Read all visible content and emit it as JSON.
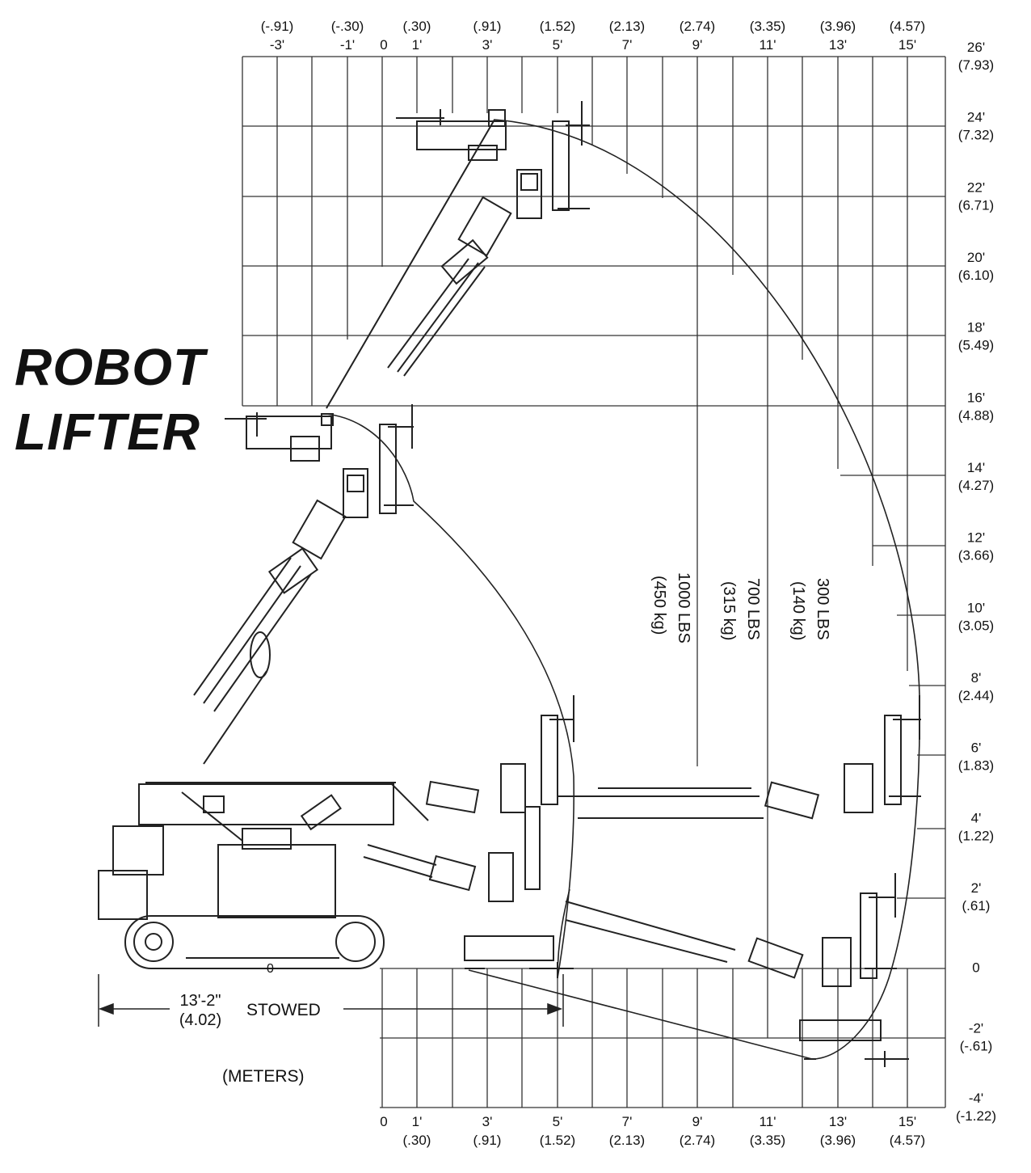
{
  "title": {
    "line1": "ROBOT",
    "line2": "LIFTER"
  },
  "top_axis": [
    {
      "m": "(-.91)",
      "ft": "-3'"
    },
    {
      "m": "(-.30)",
      "ft": "-1'"
    },
    {
      "m": "",
      "ft": "0"
    },
    {
      "m": "(.30)",
      "ft": "1'"
    },
    {
      "m": "(.91)",
      "ft": "3'"
    },
    {
      "m": "(1.52)",
      "ft": "5'"
    },
    {
      "m": "(2.13)",
      "ft": "7'"
    },
    {
      "m": "(2.74)",
      "ft": "9'"
    },
    {
      "m": "(3.35)",
      "ft": "11'"
    },
    {
      "m": "(3.96)",
      "ft": "13'"
    },
    {
      "m": "(4.57)",
      "ft": "15'"
    }
  ],
  "bottom_axis": [
    {
      "ft": "0",
      "m": ""
    },
    {
      "ft": "1'",
      "m": "(.30)"
    },
    {
      "ft": "3'",
      "m": "(.91)"
    },
    {
      "ft": "5'",
      "m": "(1.52)"
    },
    {
      "ft": "7'",
      "m": "(2.13)"
    },
    {
      "ft": "9'",
      "m": "(2.74)"
    },
    {
      "ft": "11'",
      "m": "(3.35)"
    },
    {
      "ft": "13'",
      "m": "(3.96)"
    },
    {
      "ft": "15'",
      "m": "(4.57)"
    }
  ],
  "right_axis": [
    {
      "ft": "26'",
      "m": "(7.93)"
    },
    {
      "ft": "24'",
      "m": "(7.32)"
    },
    {
      "ft": "22'",
      "m": "(6.71)"
    },
    {
      "ft": "20'",
      "m": "(6.10)"
    },
    {
      "ft": "18'",
      "m": "(5.49)"
    },
    {
      "ft": "16'",
      "m": "(4.88)"
    },
    {
      "ft": "14'",
      "m": "(4.27)"
    },
    {
      "ft": "12'",
      "m": "(3.66)"
    },
    {
      "ft": "10'",
      "m": "(3.05)"
    },
    {
      "ft": "8'",
      "m": "(2.44)"
    },
    {
      "ft": "6'",
      "m": "(1.83)"
    },
    {
      "ft": "4'",
      "m": "(1.22)"
    },
    {
      "ft": "2'",
      "m": "(.61)"
    },
    {
      "ft": "0",
      "m": ""
    },
    {
      "ft": "-2'",
      "m": "(-.61)"
    },
    {
      "ft": "-4'",
      "m": "(-1.22)"
    }
  ],
  "load_zones": [
    {
      "lbs": "1000 LBS",
      "kg": "(450 kg)"
    },
    {
      "lbs": "700 LBS",
      "kg": "(315 kg)"
    },
    {
      "lbs": "300 LBS",
      "kg": "(140 kg)"
    }
  ],
  "stowed": {
    "dim_ft": "13'-2\"",
    "dim_m": "(4.02)",
    "label": "STOWED"
  },
  "units_note": "(METERS)",
  "zero_mark": "0"
}
